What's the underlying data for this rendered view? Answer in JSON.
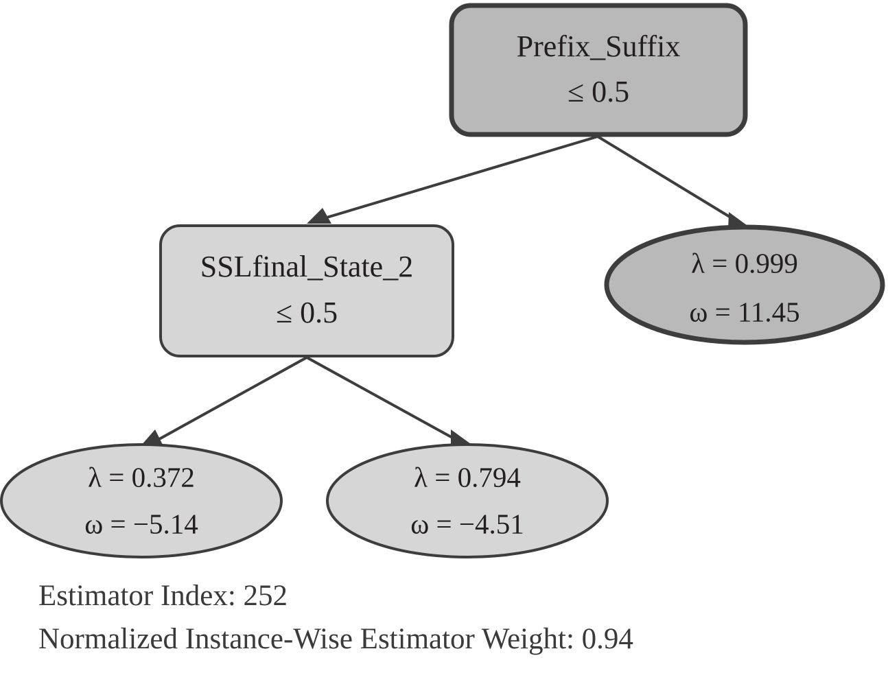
{
  "figure": {
    "type": "decision-tree",
    "background_color": "#ffffff",
    "edge_color": "#3d3d3d",
    "text_color": "#231f20"
  },
  "nodes": {
    "root": {
      "shape": "rounded-rect",
      "line1": "Prefix_Suffix",
      "line2": "≤ 0.5",
      "fill": "#b9b9b9",
      "stroke": "#3d3d3d",
      "stroke_width": 7
    },
    "internal_left": {
      "shape": "rounded-rect",
      "line1": "SSLfinal_State_2",
      "line2": "≤ 0.5",
      "fill": "#d6d6d6",
      "stroke": "#3d3d3d",
      "stroke_width": 4
    },
    "leaf_right": {
      "shape": "ellipse",
      "line1": "λ = 0.999",
      "line2": "ω = 11.45",
      "fill": "#b9b9b9",
      "stroke": "#3d3d3d",
      "stroke_width": 7
    },
    "leaf_bottom_left": {
      "shape": "ellipse",
      "line1": "λ = 0.372",
      "line2": "ω = −5.14",
      "fill": "#d6d6d6",
      "stroke": "#3d3d3d",
      "stroke_width": 4
    },
    "leaf_bottom_middle": {
      "shape": "ellipse",
      "line1": "λ = 0.794",
      "line2": "ω = −4.51",
      "fill": "#d6d6d6",
      "stroke": "#3d3d3d",
      "stroke_width": 4
    }
  },
  "caption": {
    "line1": "Estimator Index: 252",
    "line2": "Normalized Instance-Wise Estimator Weight: 0.94"
  },
  "chart_data": {
    "type": "tree",
    "title": "",
    "estimator_index": 252,
    "normalized_instance_wise_estimator_weight": 0.94,
    "nodes": [
      {
        "id": "n0",
        "kind": "split",
        "feature": "Prefix_Suffix",
        "threshold": 0.5,
        "operator": "≤",
        "children": [
          "n1",
          "n2"
        ],
        "highlighted": true
      },
      {
        "id": "n1",
        "kind": "split",
        "feature": "SSLfinal_State_2",
        "threshold": 0.5,
        "operator": "≤",
        "children": [
          "n3",
          "n4"
        ],
        "highlighted": false
      },
      {
        "id": "n2",
        "kind": "leaf",
        "lambda": 0.999,
        "omega": 11.45,
        "highlighted": true
      },
      {
        "id": "n3",
        "kind": "leaf",
        "lambda": 0.372,
        "omega": -5.14,
        "highlighted": false
      },
      {
        "id": "n4",
        "kind": "leaf",
        "lambda": 0.794,
        "omega": -4.51,
        "highlighted": false
      }
    ],
    "edges": [
      {
        "from": "n0",
        "to": "n1",
        "branch": "true"
      },
      {
        "from": "n0",
        "to": "n2",
        "branch": "false"
      },
      {
        "from": "n1",
        "to": "n3",
        "branch": "true"
      },
      {
        "from": "n1",
        "to": "n4",
        "branch": "false"
      }
    ]
  }
}
